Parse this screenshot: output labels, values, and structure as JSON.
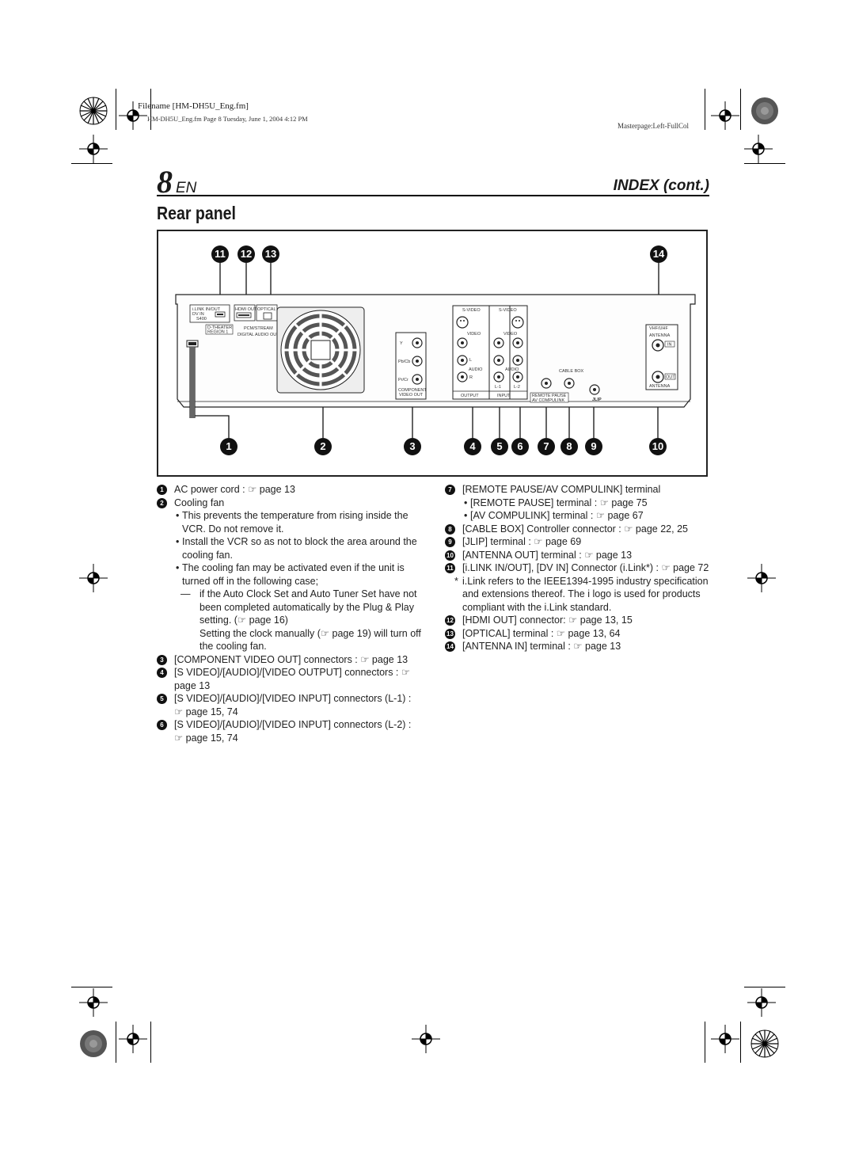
{
  "file_header": {
    "filename": "Filename [HM-DH5U_Eng.fm]",
    "file_info": "HM-DH5U_Eng.fm  Page 8  Tuesday, June 1, 2004  4:12 PM",
    "masterpage": "Masterpage:Left-FullCol"
  },
  "page_header": {
    "page_number": "8",
    "language": "EN",
    "index_label": "INDEX (cont.)"
  },
  "section_title": "Rear panel",
  "figure": {
    "top_callouts": [
      "11",
      "12",
      "13",
      "14"
    ],
    "bottom_callouts": [
      "1",
      "2",
      "3",
      "4",
      "5",
      "6",
      "7",
      "8",
      "9",
      "10"
    ],
    "panel_labels": {
      "ilink": "i.LINK IN/OUT",
      "dvin": "DV IN",
      "s400": "S400",
      "hdmi": "HDMI OUT",
      "optical": "OPTICAL",
      "dtheater": "D-THEATER",
      "region": "REGION 1",
      "pcm": "PCM/STREAM",
      "digital_audio": "DIGITAL AUDIO OUT",
      "y": "Y",
      "pb": "Pb/Cb",
      "pr": "Pr/Cr",
      "component": "COMPONENT",
      "video_out": "VIDEO OUT",
      "svideo1": "S-VIDEO",
      "svideo2": "S-VIDEO",
      "video1": "VIDEO",
      "video2": "VIDEO",
      "audio1": "AUDIO",
      "audio2": "AUDIO",
      "l": "L",
      "r": "R",
      "output": "OUTPUT",
      "input": "INPUT",
      "l1": "L-1",
      "l2": "L-2",
      "cable_box": "CABLE BOX",
      "remote_pause": "REMOTE PAUSE",
      "av_compulink": "AV COMPULINK",
      "jlip": "JLIP",
      "vhf_uhf": "VHF/UHF",
      "antenna1": "ANTENNA",
      "antenna2": "ANTENNA",
      "in": "IN",
      "out": "OUT"
    }
  },
  "legend_left": [
    {
      "type": "item",
      "num": "1",
      "text": "AC power cord : ☞ page 13"
    },
    {
      "type": "item",
      "num": "2",
      "text": "Cooling fan"
    },
    {
      "type": "sub",
      "text": "This prevents the temperature from rising inside the VCR. Do not remove it."
    },
    {
      "type": "sub",
      "text": "Install the VCR so as not to block the area around the cooling fan."
    },
    {
      "type": "sub",
      "text": "The cooling fan may be activated even if the unit is turned off in the following case;"
    },
    {
      "type": "dash",
      "text": "if the Auto Clock Set and Auto Tuner Set have not been completed automatically by the Plug & Play setting. (☞ page 16)"
    },
    {
      "type": "cont",
      "text": "Setting the clock manually (☞ page 19) will turn off the cooling fan."
    },
    {
      "type": "item",
      "num": "3",
      "text": "[COMPONENT VIDEO OUT] connectors : ☞ page 13"
    },
    {
      "type": "item",
      "num": "4",
      "text": "[S VIDEO]/[AUDIO]/[VIDEO OUTPUT] connectors : ☞ page 13"
    },
    {
      "type": "item",
      "num": "5",
      "text": "[S VIDEO]/[AUDIO]/[VIDEO INPUT] connectors (L-1) : ☞ page 15, 74"
    },
    {
      "type": "item",
      "num": "6",
      "text": "[S VIDEO]/[AUDIO]/[VIDEO INPUT] connectors (L-2) : ☞ page 15, 74"
    }
  ],
  "legend_right": [
    {
      "type": "item",
      "num": "7",
      "text": "[REMOTE PAUSE/AV COMPULINK] terminal"
    },
    {
      "type": "sub",
      "text": "[REMOTE PAUSE] terminal : ☞ page 75"
    },
    {
      "type": "sub",
      "text": "[AV COMPULINK] terminal : ☞ page 67"
    },
    {
      "type": "item",
      "num": "8",
      "text": "[CABLE BOX] Controller connector : ☞ page 22, 25"
    },
    {
      "type": "item",
      "num": "9",
      "text": "[JLIP] terminal : ☞ page 69"
    },
    {
      "type": "item",
      "num": "10",
      "text": "[ANTENNA OUT] terminal : ☞ page 13"
    },
    {
      "type": "item",
      "num": "11",
      "text": "[i.LINK IN/OUT], [DV IN] Connector (i.Link*) : ☞ page 72"
    },
    {
      "type": "note",
      "text": "i.Link refers to the IEEE1394-1995 industry specification and extensions thereof. The i logo is used for products compliant with the i.Link standard."
    },
    {
      "type": "item",
      "num": "12",
      "text": "[HDMI OUT] connector: ☞ page 13, 15"
    },
    {
      "type": "item",
      "num": "13",
      "text": "[OPTICAL] terminal : ☞ page 13, 64"
    },
    {
      "type": "item",
      "num": "14",
      "text": "[ANTENNA IN] terminal : ☞ page 13"
    }
  ]
}
